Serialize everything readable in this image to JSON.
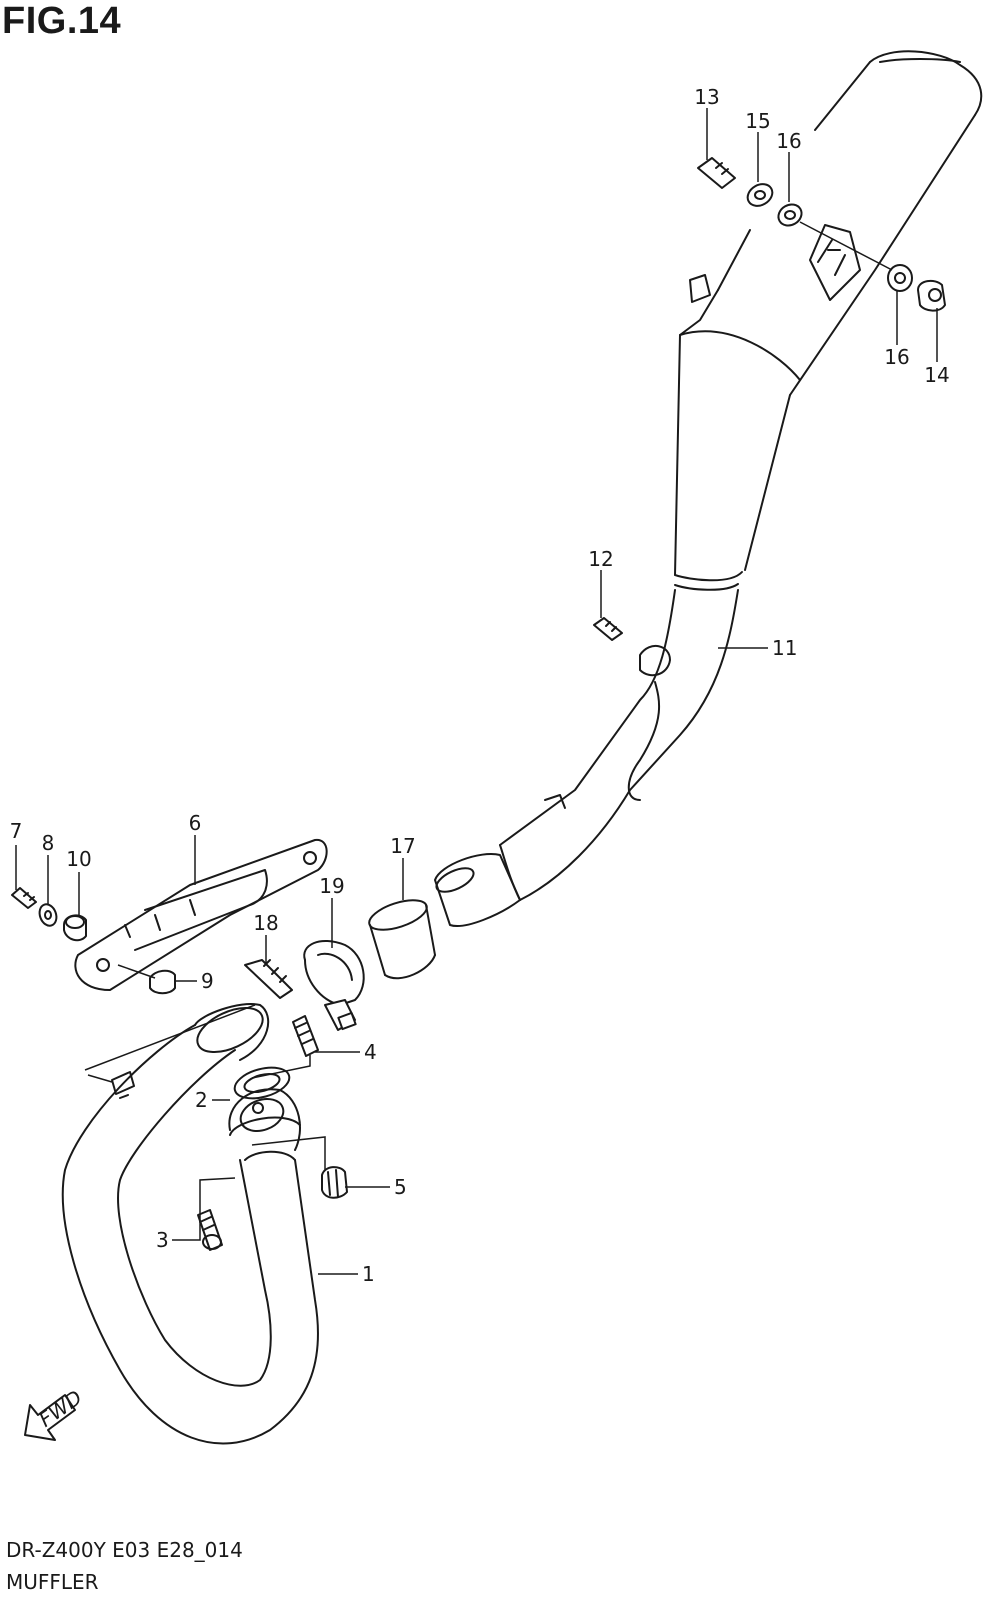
{
  "figure": {
    "title": "FIG.14"
  },
  "footer": {
    "model_code": "DR-Z400Y E03 E28_014",
    "section_name": "MUFFLER"
  },
  "fwd_label": "FWD",
  "callouts": [
    "13",
    "15",
    "16",
    "16",
    "14",
    "12",
    "11",
    "7",
    "8",
    "10",
    "6",
    "17",
    "19",
    "18",
    "9",
    "4",
    "2",
    "5",
    "3",
    "1"
  ]
}
